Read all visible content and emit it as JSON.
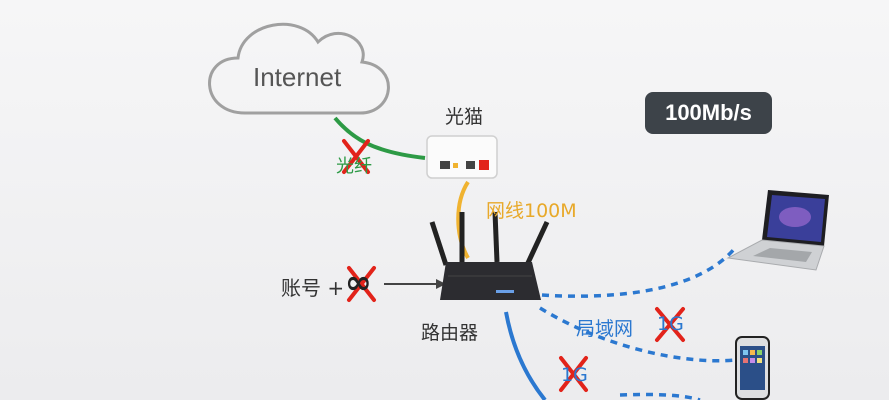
{
  "cloud": {
    "label": "Internet"
  },
  "modem": {
    "label": "光猫"
  },
  "fiber": {
    "label": "光纤",
    "crossed": true
  },
  "cable": {
    "label": "网线100M"
  },
  "speed_badge": {
    "label": "100Mb/s"
  },
  "account": {
    "prefix": "账号 +",
    "symbol": "∞",
    "crossed": true
  },
  "router": {
    "label": "路由器"
  },
  "lan": {
    "label": "局域网",
    "speed": "1G",
    "speed_crossed": true
  },
  "wired_speed": {
    "label": "1G",
    "crossed": true
  },
  "colors": {
    "fiber": "#2d9a45",
    "cable": "#f0b330",
    "lan": "#2b78d0",
    "cross": "#e2231a",
    "badge": "#3d4349"
  }
}
